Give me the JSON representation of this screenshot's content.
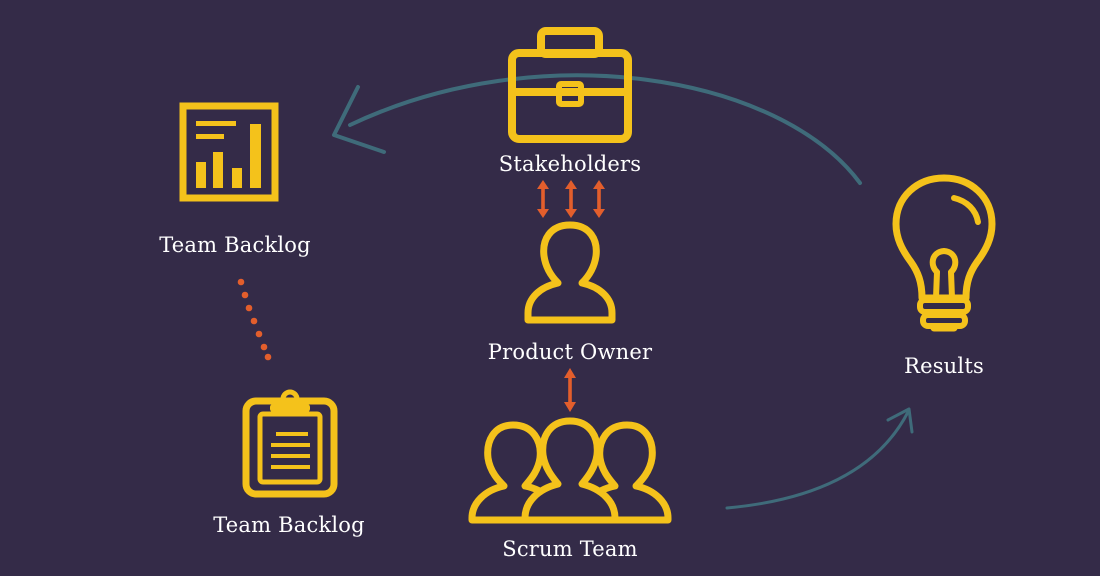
{
  "colors": {
    "background": "#342b48",
    "icon": "#f4c21b",
    "connector": "#e35e2c",
    "flow_arrow": "#3f6b7a",
    "text": "#ffffff"
  },
  "nodes": {
    "stakeholders": {
      "label": "Stakeholders",
      "icon": "briefcase-icon"
    },
    "product_owner": {
      "label": "Product Owner",
      "icon": "person-icon"
    },
    "scrum_team": {
      "label": "Scrum Team",
      "icon": "group-icon"
    },
    "team_backlog_top": {
      "label": "Team Backlog",
      "icon": "bar-chart-icon"
    },
    "team_backlog_bottom": {
      "label": "Team Backlog",
      "icon": "clipboard-icon"
    },
    "results": {
      "label": "Results",
      "icon": "lightbulb-icon"
    }
  }
}
